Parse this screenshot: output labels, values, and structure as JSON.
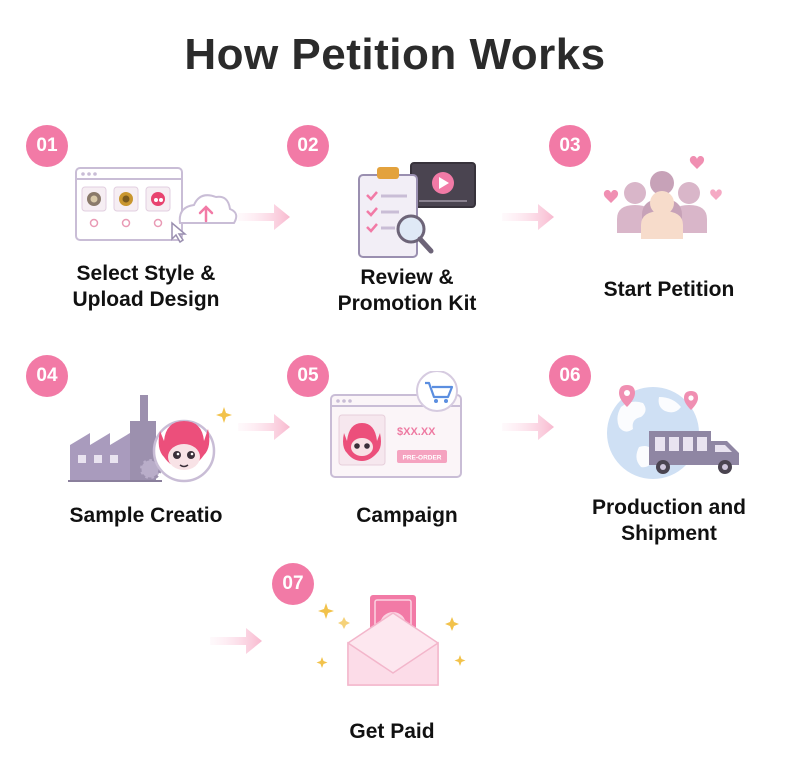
{
  "title": "How Petition Works",
  "colors": {
    "accent": "#f27aa6",
    "accent_light": "#fbd3e2",
    "lavender": "#b9a9cc"
  },
  "steps": [
    {
      "number": "01",
      "label_line1": "Select Style &",
      "label_line2": "Upload Design",
      "icon": "upload-design-icon"
    },
    {
      "number": "02",
      "label_line1": "Review &",
      "label_line2": "Promotion Kit",
      "icon": "review-kit-icon"
    },
    {
      "number": "03",
      "label_line1": "Start Petition",
      "label_line2": "",
      "icon": "people-petition-icon"
    },
    {
      "number": "04",
      "label_line1": "Sample Creatio",
      "label_line2": "",
      "icon": "factory-sample-icon"
    },
    {
      "number": "05",
      "label_line1": "Campaign",
      "label_line2": "",
      "icon": "campaign-shop-icon"
    },
    {
      "number": "06",
      "label_line1": "Production and",
      "label_line2": "Shipment",
      "icon": "globe-truck-icon"
    },
    {
      "number": "07",
      "label_line1": "Get Paid",
      "label_line2": "",
      "icon": "money-envelope-icon"
    }
  ],
  "campaign_card": {
    "price": "$XX.XX",
    "cta": "PRE-ORDER"
  }
}
